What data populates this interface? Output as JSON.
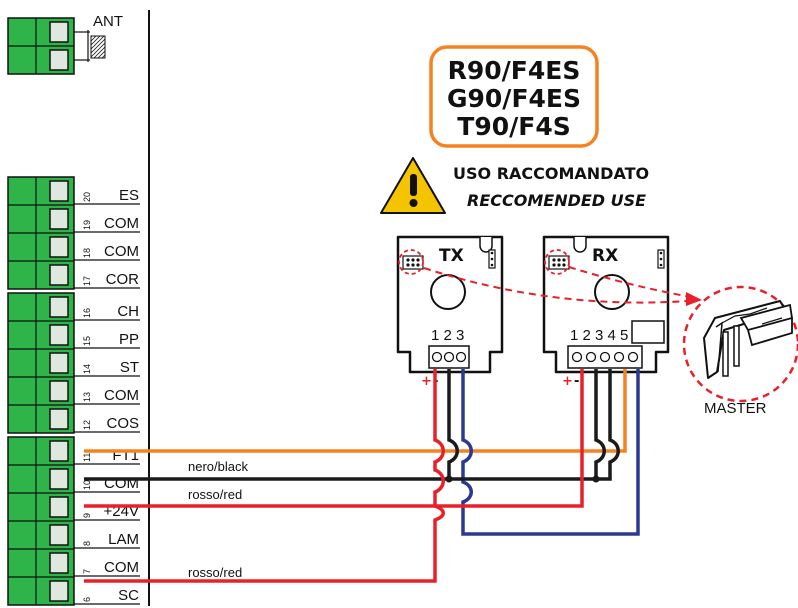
{
  "antenna": {
    "label": "ANT"
  },
  "terminals": [
    {
      "num": "20",
      "label": "ES"
    },
    {
      "num": "19",
      "label": "COM"
    },
    {
      "num": "18",
      "label": "COM"
    },
    {
      "num": "17",
      "label": "COR"
    },
    {
      "num": "16",
      "label": "CH"
    },
    {
      "num": "15",
      "label": "PP"
    },
    {
      "num": "14",
      "label": "ST"
    },
    {
      "num": "13",
      "label": "COM"
    },
    {
      "num": "12",
      "label": "COS"
    },
    {
      "num": "11",
      "label": "FT1"
    },
    {
      "num": "10",
      "label": "COM"
    },
    {
      "num": "9",
      "label": "+24V"
    },
    {
      "num": "8",
      "label": "LAM"
    },
    {
      "num": "7",
      "label": "COM"
    },
    {
      "num": "6",
      "label": "SC"
    }
  ],
  "models": [
    "R90/F4ES",
    "G90/F4ES",
    "T90/F4S"
  ],
  "warning": {
    "title": "USO RACCOMANDATO",
    "subtitle": "RECCOMENDED USE"
  },
  "tx": {
    "label": "TX",
    "pins": "1 2 3",
    "plus": "+",
    "minus": "-"
  },
  "rx": {
    "label": "RX",
    "pins": "1 2 3 4 5",
    "plus": "+",
    "minus": "-"
  },
  "master": {
    "label": "MASTER"
  },
  "wires": [
    {
      "label": "nero/black",
      "color": "#1a1a1a"
    },
    {
      "label": "rosso/red",
      "color": "#e8202a"
    },
    {
      "label": "rosso/red",
      "color": "#e8202a"
    }
  ],
  "colors": {
    "terminal_green": "#2fb44a",
    "orange": "#f58220",
    "blue": "#2b3990",
    "red": "#e8202a",
    "black": "#1a1a1a",
    "warning_yellow": "#f5c400"
  }
}
